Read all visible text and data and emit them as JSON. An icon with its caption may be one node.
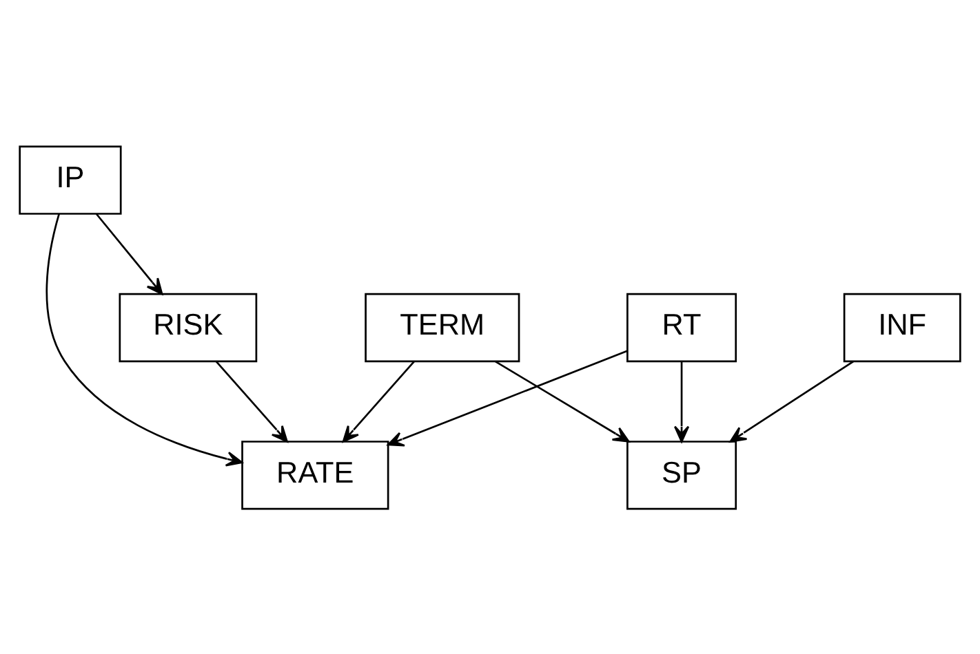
{
  "diagram": {
    "nodes": [
      {
        "text": [
          "IP"
        ]
      },
      {
        "text": [
          "RATE"
        ]
      },
      {
        "text": [
          "SP"
        ]
      },
      {
        "text": [
          "RT"
        ]
      },
      {
        "text": [
          "RISK"
        ]
      },
      {
        "text": [
          "INF"
        ]
      },
      {
        "text": [
          "TERM"
        ]
      }
    ],
    "edges": [
      {
        "from": 0,
        "to": 1,
        "arrow": "to"
      },
      {
        "from": 0,
        "to": 4,
        "arrow": "to"
      },
      {
        "from": 3,
        "to": 1,
        "arrow": "to"
      },
      {
        "from": 3,
        "to": 2,
        "arrow": "to"
      },
      {
        "from": 4,
        "to": 1,
        "arrow": "to"
      },
      {
        "from": 6,
        "to": 1,
        "arrow": "to"
      },
      {
        "from": 6,
        "to": 2,
        "arrow": "to"
      },
      {
        "from": 5,
        "to": 2,
        "arrow": "to"
      }
    ]
  }
}
